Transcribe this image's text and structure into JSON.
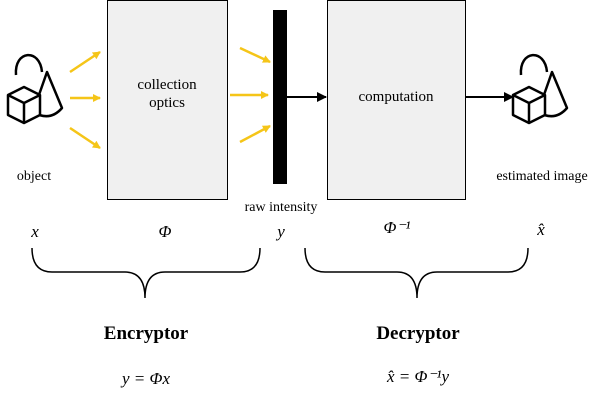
{
  "labels": {
    "object": "object",
    "collection_optics_line1": "collection",
    "collection_optics_line2": "optics",
    "raw_intensity": "raw intensity",
    "computation": "computation",
    "estimated_image": "estimated image"
  },
  "symbols": {
    "x": "x",
    "phi": "Φ",
    "y": "y",
    "phi_inv": "Φ⁻¹",
    "x_hat": "x̂"
  },
  "groups": {
    "encryptor": "Encryptor",
    "decryptor": "Decryptor"
  },
  "equations": {
    "encryptor_eq": "y = Φx",
    "decryptor_eq": "x̂ = Φ⁻¹y"
  },
  "colors": {
    "ray": "#f5c518",
    "box_fill": "#f0f0f0",
    "sensor": "#000000"
  },
  "icons": {
    "object": "cube-cone-sphere-icon",
    "estimated": "cube-cone-sphere-icon"
  }
}
